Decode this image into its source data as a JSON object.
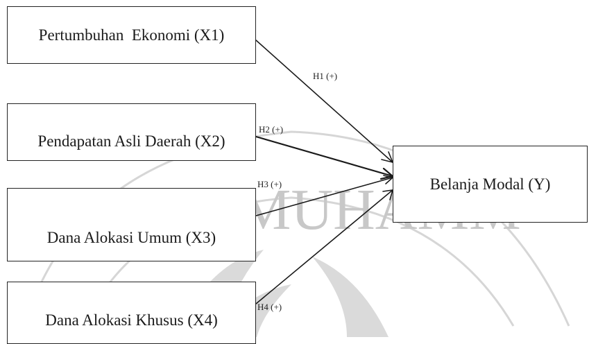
{
  "diagram": {
    "nodes": {
      "x1": {
        "label": "Pertumbuhan  Ekonomi (X1)"
      },
      "x2": {
        "label": "Pendapatan Asli Daerah (X2)"
      },
      "x3": {
        "label": "Dana Alokasi Umum (X3)"
      },
      "x4": {
        "label": "Dana Alokasi Khusus (X4)"
      },
      "y": {
        "label": "Belanja Modal (Y)"
      }
    },
    "hypotheses": [
      {
        "id": "H1",
        "label": "H1 (+)",
        "from": "x1",
        "to": "y"
      },
      {
        "id": "H2",
        "label": "H2 (+)",
        "from": "x2",
        "to": "y"
      },
      {
        "id": "H3",
        "label": "H3 (+)",
        "from": "x3",
        "to": "y"
      },
      {
        "id": "H4",
        "label": "H4 (+)",
        "from": "x4",
        "to": "y"
      }
    ]
  },
  "watermark": {
    "text": "SITAS MUHAMM",
    "color": "#c8c8c8"
  }
}
